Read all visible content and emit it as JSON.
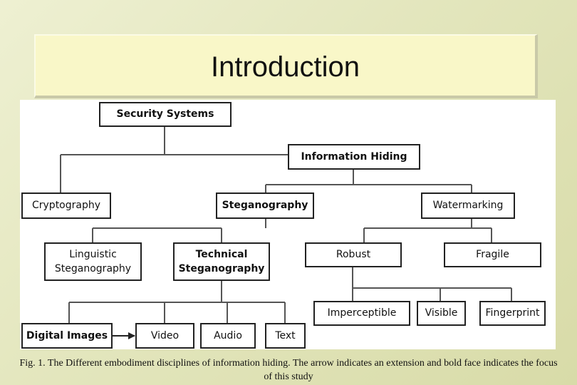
{
  "slide": {
    "title": "Introduction",
    "caption": "Fig. 1. The Different embodiment disciplines of information hiding. The arrow indicates an extension and bold face indicates the focus of this study"
  },
  "diagram": {
    "nodes": {
      "security_systems": "Security Systems",
      "information_hiding": "Information Hiding",
      "cryptography": "Cryptography",
      "steganography": "Steganography",
      "watermarking": "Watermarking",
      "linguistic_steganography": "Linguistic\nSteganography",
      "technical_steganography": "Technical\nSteganography",
      "robust": "Robust",
      "fragile": "Fragile",
      "imperceptible": "Imperceptible",
      "visible": "Visible",
      "fingerprint": "Fingerprint",
      "digital_images": "Digital Images",
      "video": "Video",
      "audio": "Audio",
      "text": "Text"
    },
    "bold_nodes": [
      "security_systems",
      "information_hiding",
      "steganography",
      "technical_steganography",
      "digital_images"
    ],
    "extension_arrow": {
      "from": "digital_images",
      "to": "video"
    },
    "line_color": "#555555",
    "border_color": "#222222"
  }
}
